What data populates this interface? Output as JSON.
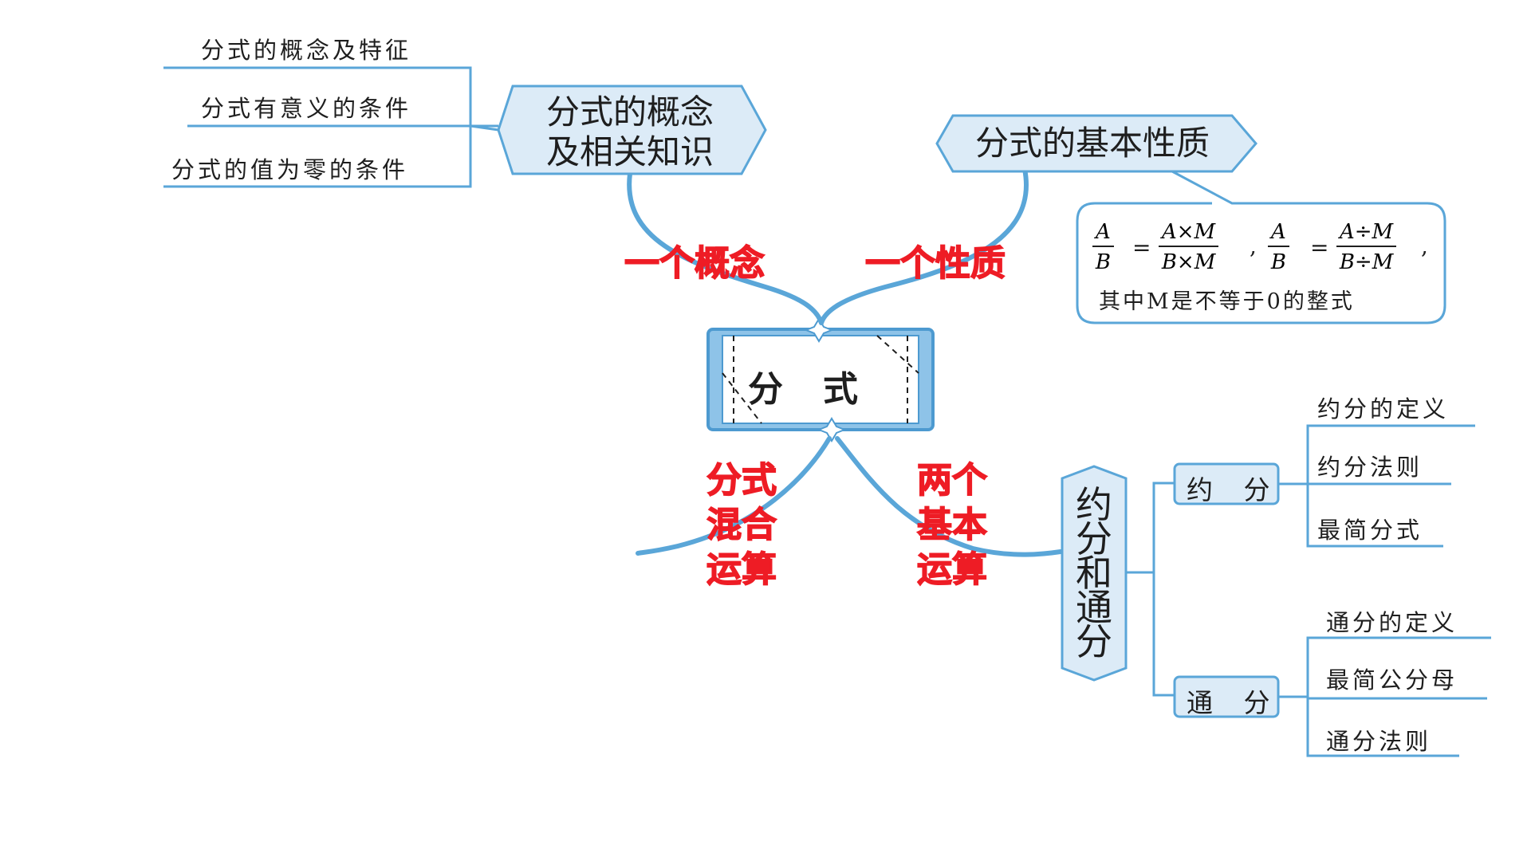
{
  "center": {
    "title": "分式"
  },
  "concept": {
    "title_line1": "分式的概念",
    "title_line2": "及相关知识",
    "items": [
      "分式的概念及特征",
      "分式有意义的条件",
      "分式的值为零的条件"
    ]
  },
  "property": {
    "title": "分式的基本性质",
    "formula": {
      "f1_num": "A",
      "f1_den": "B",
      "f2_num": "A×M",
      "f2_den": "B×M",
      "f3_num": "A",
      "f3_den": "B",
      "f4_num": "A÷M",
      "f4_den": "B÷M",
      "eq": "=",
      "comma": ",",
      "note": "其中M是不等于0的整式"
    }
  },
  "branch_labels": {
    "one_concept": "一个概念",
    "one_property": "一个性质",
    "mixed_ops": [
      "分式",
      "混合",
      "运算"
    ],
    "two_ops": [
      "两个",
      "基本",
      "运算"
    ]
  },
  "reduce_common": {
    "title": [
      "约",
      "分",
      "和",
      "通",
      "分"
    ],
    "reduce": {
      "label": "约 分",
      "items": [
        "约分的定义",
        "约分法则",
        "最简分式"
      ]
    },
    "common": {
      "label": "通 分",
      "items": [
        "通分的定义",
        "最简公分母",
        "通分法则"
      ]
    }
  },
  "colors": {
    "line_blue": "#5aa6d8",
    "fill_blue": "#dcebf7",
    "text": "#1e1e1e",
    "label_red": "#ee1c25"
  }
}
